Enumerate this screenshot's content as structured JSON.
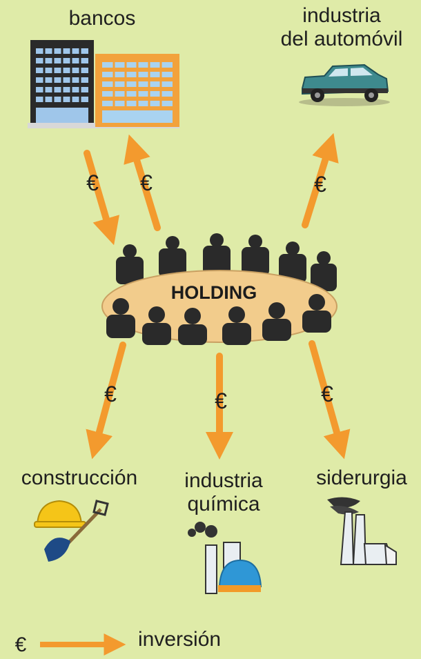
{
  "labels": {
    "bancos": "bancos",
    "automovil_line1": "industria",
    "automovil_line2": "del automóvil",
    "holding": "HOLDING",
    "construccion": "construcción",
    "quimica_line1": "industria",
    "quimica_line2": "química",
    "siderurgia": "siderurgia"
  },
  "symbols": {
    "euro": "€"
  },
  "legend": {
    "symbol": "€",
    "text": "inversión"
  },
  "colors": {
    "background": "#dfeba8",
    "arrow": "#f39a2e",
    "table": "#f2cc8c",
    "person": "#2a2a2a",
    "text": "#1f1f1f"
  },
  "icons": [
    "bank-buildings-icon",
    "car-icon",
    "boardroom-icon",
    "hard-hat-shovel-icon",
    "chemical-plant-icon",
    "steel-factory-icon"
  ]
}
